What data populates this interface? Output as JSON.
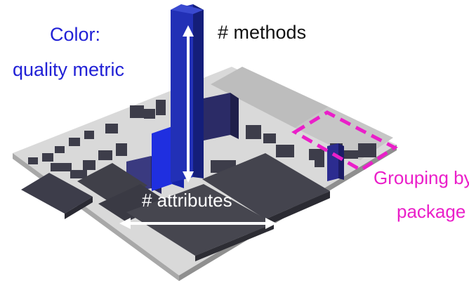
{
  "annotations": {
    "color_title": "Color:",
    "color_metric": "quality metric",
    "methods": "# methods",
    "attributes": "# attributes",
    "grouping_line1": "Grouping by",
    "grouping_line2": "package"
  },
  "colors": {
    "annotation_blue": "#2121d6",
    "grouping_magenta": "#ea1fc9",
    "building_dark": "#3d3d4a",
    "building_blue": "#1e1e9e",
    "platform_gray": "#cfcfcf"
  }
}
